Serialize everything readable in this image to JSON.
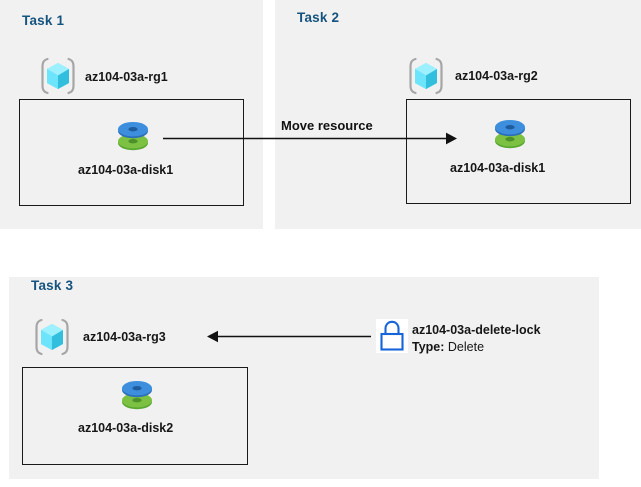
{
  "diagram": {
    "title": "Azure resource group tasks diagram",
    "colors": {
      "panel_background": "#f1f1f1",
      "page_background": "#ffffff",
      "heading_blue": "#15537f",
      "cube_cyan": "#50e6ff",
      "cube_cyan_dark": "#32bedd",
      "bracket_gray": "#a6a6a6",
      "disk_blue": "#3a8ddc",
      "disk_green": "#6bb631",
      "lock_blue": "#1565d8",
      "arrow_black": "#111111",
      "box_border": "#1a1a1a"
    }
  },
  "tasks": [
    {
      "heading": "Task 1",
      "resource_group": {
        "name": "az104-03a-rg1",
        "icon": "resource-group-icon"
      },
      "resource": {
        "name": "az104-03a-disk1",
        "icon": "managed-disk-icon"
      }
    },
    {
      "heading": "Task 2",
      "resource_group": {
        "name": "az104-03a-rg2",
        "icon": "resource-group-icon"
      },
      "resource": {
        "name": "az104-03a-disk1",
        "icon": "managed-disk-icon"
      }
    },
    {
      "heading": "Task 3",
      "resource_group": {
        "name": "az104-03a-rg3",
        "icon": "resource-group-icon"
      },
      "resource": {
        "name": "az104-03a-disk2",
        "icon": "managed-disk-icon"
      },
      "lock": {
        "name": "az104-03a-delete-lock",
        "icon": "lock-icon",
        "type_label": "Type:",
        "type_value": "Delete"
      }
    }
  ],
  "connectors": [
    {
      "id": "move-resource",
      "caption": "Move resource",
      "direction": "right"
    },
    {
      "id": "lock-applies-to-rg",
      "caption": "",
      "direction": "left"
    }
  ]
}
